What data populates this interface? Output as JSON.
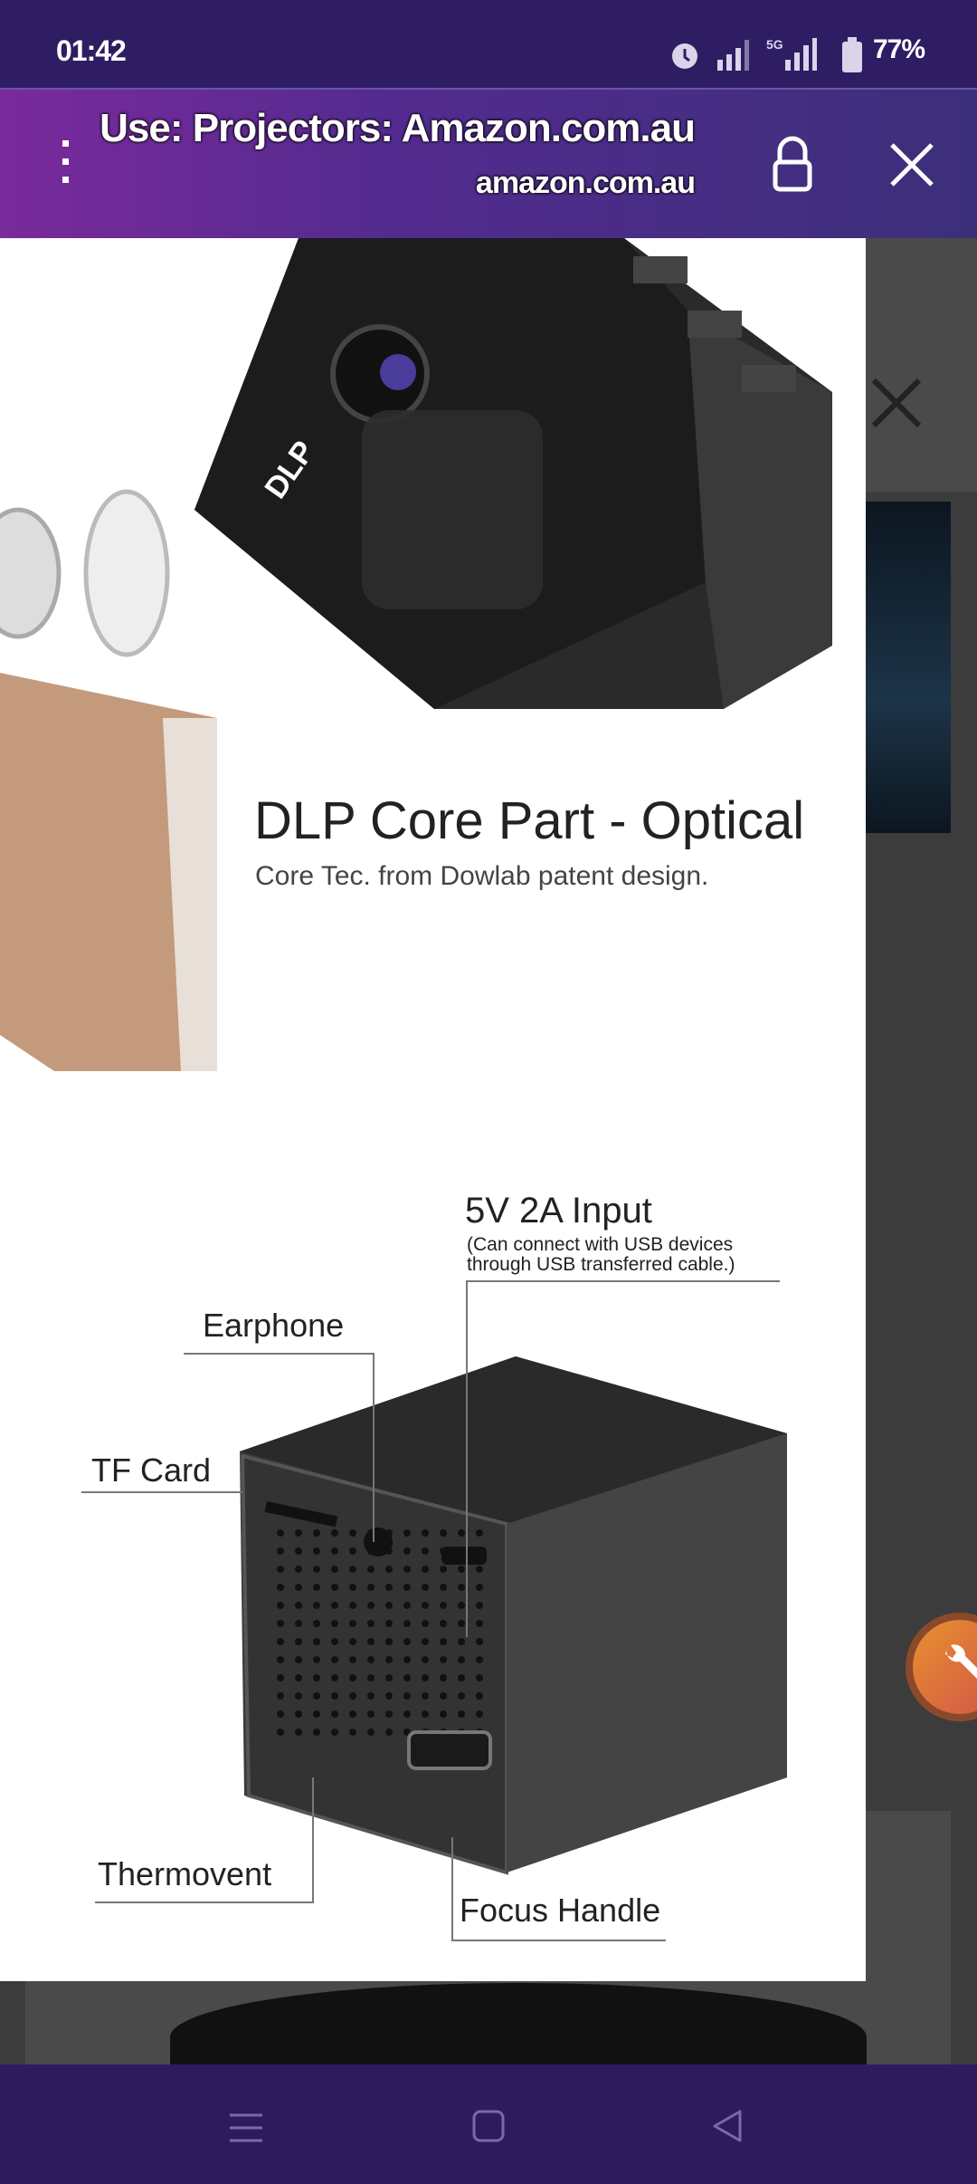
{
  "status_bar": {
    "time": "01:42",
    "network": "5G",
    "battery": "77%"
  },
  "header": {
    "title": "Use: Projectors: Amazon.com.au",
    "url": "amazon.com.au",
    "icons": [
      "more-vert-icon",
      "lock-icon",
      "close-icon"
    ]
  },
  "image_viewer": {
    "heading": "DLP Core Part - Optical",
    "subheading": "Core Tec. from Dowlab patent design.",
    "logo_text": "DLP",
    "labels": {
      "input": "5V 2A Input",
      "input_note_1": "(Can connect with USB devices",
      "input_note_2": "through USB transferred cable.)",
      "earphone": "Earphone",
      "tf_card": "TF Card",
      "thermovent": "Thermovent",
      "focus_handle": "Focus Handle"
    }
  },
  "background_page": {
    "icons": [
      "close-icon",
      "wrench-icon"
    ],
    "accent": "#e0703a"
  },
  "nav_bar": {
    "icons": [
      "recents-icon",
      "home-icon",
      "back-icon"
    ]
  }
}
